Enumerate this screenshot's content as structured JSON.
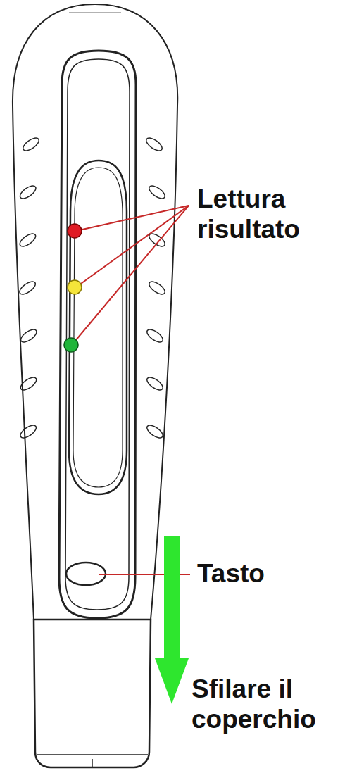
{
  "diagram": {
    "labels": [
      "Lettura risultato",
      "Tasto",
      "Sfilare il coperchio"
    ]
  }
}
